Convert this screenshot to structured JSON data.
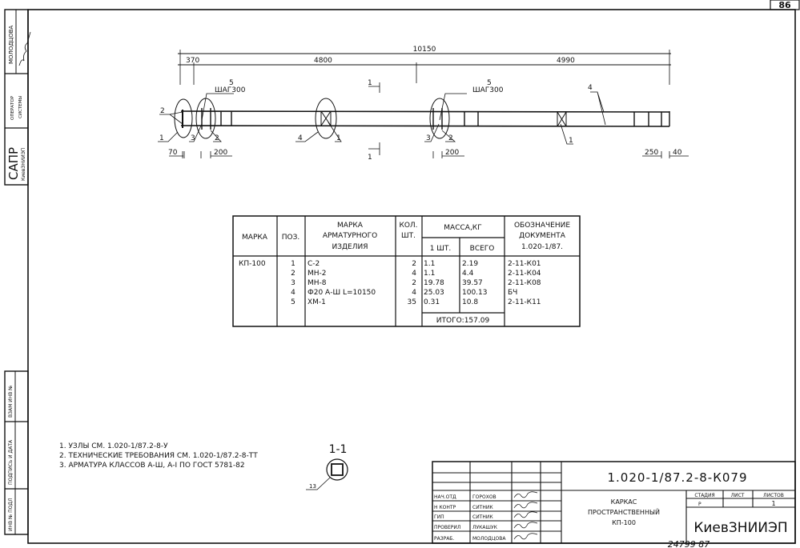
{
  "sheet_number": "86",
  "left_strip": {
    "top": [
      "МОЛОДЦОВА",
      "ОПЕРАТОР",
      "СИСТЕМЫ",
      "САПР",
      "КиевЗНИИЭП"
    ],
    "bottom": [
      "ВЗАМ ИНВ №",
      "ПОДПИСЬ И ДАТА",
      "ИНВ № ПОДЛ"
    ]
  },
  "plan": {
    "dim_total": "10150",
    "dims": [
      "370",
      "4800",
      "4990"
    ],
    "callouts": [
      "2",
      "1",
      "3",
      "2",
      "5",
      "ШАГ300",
      "4",
      "1",
      "5",
      "ШАГ300",
      "3",
      "2",
      "4",
      "1"
    ],
    "bottom_dims": [
      "70",
      "200",
      "200",
      "250",
      "40"
    ],
    "section_mark": "1"
  },
  "spec_table": {
    "headers": {
      "marka": "МАРКА",
      "poz": "ПОЗ.",
      "item": [
        "МАРКА",
        "АРМАТУРНОГО",
        "ИЗДЕЛИЯ"
      ],
      "qty": [
        "КОЛ.",
        "ШТ."
      ],
      "mass": "МАССА,КГ",
      "mass_one": "1 ШТ.",
      "mass_total": "ВСЕГО",
      "doc": [
        "ОБОЗНАЧЕНИЕ",
        "ДОКУМЕНТА",
        "1.020-1/87."
      ]
    },
    "marka_value": "КП-100",
    "rows": [
      {
        "poz": "1",
        "item": "С-2",
        "qty": "2",
        "one": "1.1",
        "total": "2.19",
        "doc": "2-11-К01"
      },
      {
        "poz": "2",
        "item": "МН-2",
        "qty": "4",
        "one": "1.1",
        "total": "4.4",
        "doc": "2-11-К04"
      },
      {
        "poz": "3",
        "item": "МН-8",
        "qty": "2",
        "one": "19.78",
        "total": "39.57",
        "doc": "2-11-К08"
      },
      {
        "poz": "4",
        "item": "Ф20 А-Ш L=10150",
        "qty": "4",
        "one": "25.03",
        "total": "100.13",
        "doc": "БЧ"
      },
      {
        "poz": "5",
        "item": "ХМ-1",
        "qty": "35",
        "one": "0.31",
        "total": "10.8",
        "doc": "2-11-К11"
      }
    ],
    "total": "ИТОГО:157.09"
  },
  "notes": [
    "1. УЗЛЫ СМ. 1.020-1/87.2-8-У",
    "2. ТЕХНИЧЕСКИЕ ТРЕБОВАНИЯ СМ. 1.020-1/87.2-8-ТТ",
    "3. АРМАТУРА КЛАССОВ А-Ш, А-I ПО ГОСТ 5781-82"
  ],
  "section": {
    "title": "1-1",
    "callout": "13"
  },
  "title_block": {
    "code": "1.020-1/87.2-8-К079",
    "roles": [
      "НАЧ.ОТД",
      "Н КОНТР",
      "ГИП",
      "ПРОВЕРИЛ",
      "РАЗРАБ."
    ],
    "names": [
      "ГОРОХОВ",
      "СИТНИК",
      "СИТНИК",
      "ЛУКАШУК",
      "МОЛОДЦОВА"
    ],
    "name_lines": [
      "КАРКАС",
      "ПРОСТРАНСТВЕННЫЙ",
      "КП-100"
    ],
    "stage_label": "СТАДИЯ",
    "sheet_label": "ЛИСТ",
    "sheets_label": "ЛИСТОВ",
    "stage": "Р",
    "sheet": "",
    "sheets": "1",
    "org": "КиевЗНИИЭП"
  },
  "footer_number": "24799 87"
}
